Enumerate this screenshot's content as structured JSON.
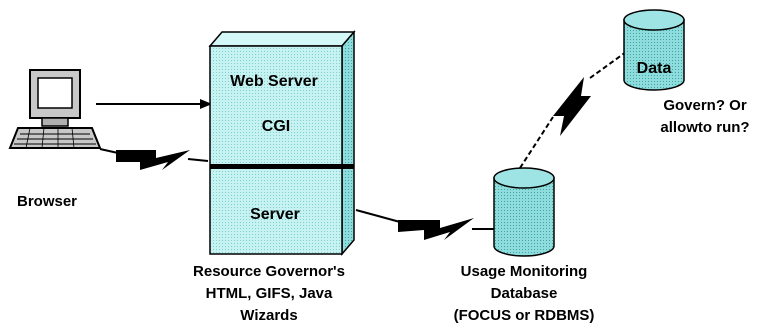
{
  "browser": {
    "label": "Browser"
  },
  "server_box": {
    "top_labels": [
      "Web Server",
      "CGI"
    ],
    "bottom_label": "Server",
    "caption": [
      "Resource Governor's",
      "HTML, GIFS, Java",
      "Wizards"
    ]
  },
  "data_db": {
    "label": "Data",
    "question": [
      "Govern? Or",
      "allowto run?"
    ]
  },
  "usage_db": {
    "caption": [
      "Usage Monitoring",
      "Database",
      "(FOCUS or RDBMS)"
    ]
  },
  "colors": {
    "cylinder_fill": "#7fd6d6",
    "server_front": "#b8f0f0",
    "server_side": "#6fc2c2",
    "outline": "#000000"
  },
  "icons": [
    "computer-icon",
    "server-box",
    "database-cylinder",
    "lightning-link-icon",
    "arrow-icon"
  ]
}
